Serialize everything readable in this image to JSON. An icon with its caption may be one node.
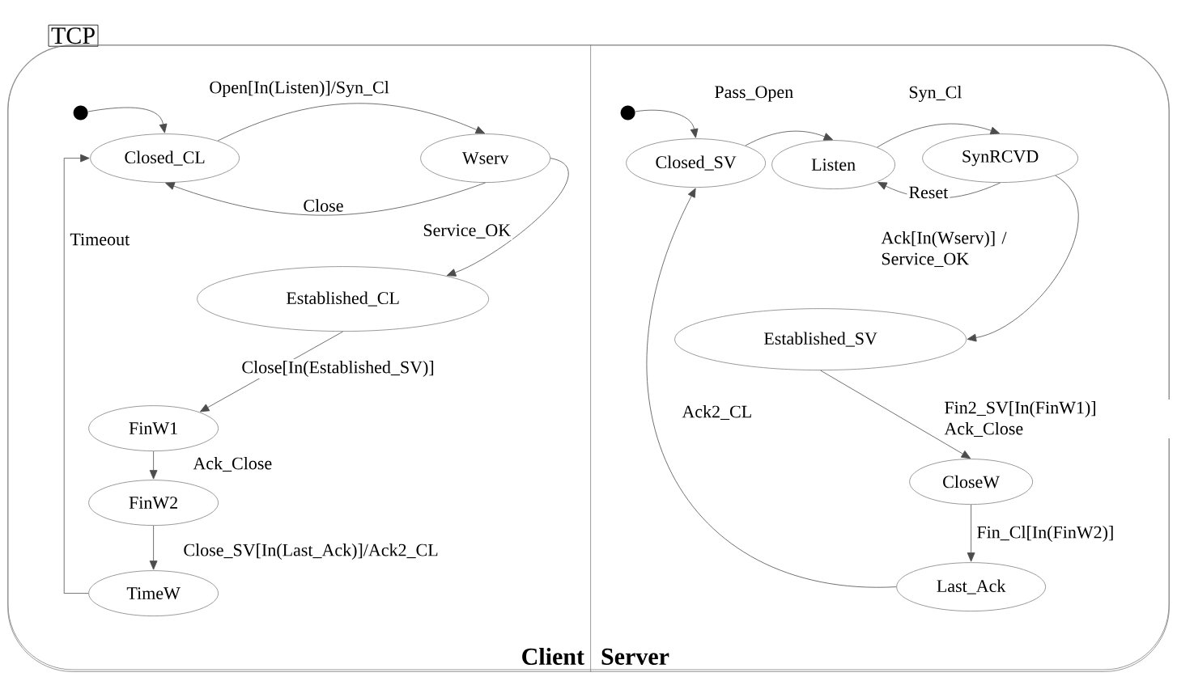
{
  "diagram": {
    "nodes": [
      {
        "text": [
          "TCP"
        ]
      },
      {
        "text": [
          "Client"
        ],
        "in": 0
      },
      {
        "text": [
          "Server"
        ],
        "in": 0
      },
      {
        "text": [],
        "shape": "circle",
        "in": 1
      },
      {
        "text": [
          "Closed_CL"
        ],
        "in": 1
      },
      {
        "text": [
          "Wserv"
        ],
        "in": 1
      },
      {
        "text": [
          "Established_CL"
        ],
        "in": 1
      },
      {
        "text": [
          "FinW1"
        ],
        "in": 1
      },
      {
        "text": [
          "FinW2"
        ],
        "in": 1
      },
      {
        "text": [
          "TimeW"
        ],
        "in": 1
      },
      {
        "text": [],
        "shape": "circle",
        "in": 2
      },
      {
        "text": [
          "Closed_SV"
        ],
        "in": 2
      },
      {
        "text": [
          "Listen"
        ],
        "in": 2
      },
      {
        "text": [
          "SynRCVD"
        ],
        "in": 2
      },
      {
        "text": [
          "Established_SV"
        ],
        "in": 2
      },
      {
        "text": [
          "CloseW"
        ],
        "in": 2
      },
      {
        "text": [
          "Last_Ack"
        ],
        "in": 2
      }
    ],
    "edges": [
      {
        "from": 3,
        "to": 4,
        "arrow": "to"
      },
      {
        "from": 4,
        "to": 5,
        "arrow": "to",
        "label": "Open[In(Listen)]/Syn_Cl"
      },
      {
        "from": 5,
        "to": 4,
        "arrow": "to",
        "label": "Close"
      },
      {
        "from": 5,
        "to": 6,
        "arrow": "to",
        "label": "Service_OK"
      },
      {
        "from": 6,
        "to": 7,
        "arrow": "to",
        "label": "Close[In(Established_SV)]"
      },
      {
        "from": 7,
        "to": 8,
        "arrow": "to",
        "label": "Ack_Close"
      },
      {
        "from": 8,
        "to": 9,
        "arrow": "to",
        "label": "Close_SV[In(Last_Ack)]/Ack2_CL"
      },
      {
        "from": 9,
        "to": 4,
        "arrow": "to",
        "label": "Timeout"
      },
      {
        "from": 10,
        "to": 11,
        "arrow": "to"
      },
      {
        "from": 11,
        "to": 12,
        "arrow": "to",
        "label": "Pass_Open"
      },
      {
        "from": 12,
        "to": 13,
        "arrow": "to",
        "label": "Syn_Cl"
      },
      {
        "from": 13,
        "to": 12,
        "arrow": "to",
        "label": "Reset"
      },
      {
        "from": 13,
        "to": 14,
        "arrow": "to",
        "label": "Ack[In(Wserv)] / Service_OK"
      },
      {
        "from": 14,
        "to": 15,
        "arrow": "to",
        "label": "Fin2_SV[In(FinW1)] Ack_Close"
      },
      {
        "from": 15,
        "to": 16,
        "arrow": "to",
        "label": "Fin_Cl[In(FinW2)]"
      },
      {
        "from": 16,
        "to": 11,
        "arrow": "to",
        "label": "Ack2_CL"
      }
    ]
  }
}
